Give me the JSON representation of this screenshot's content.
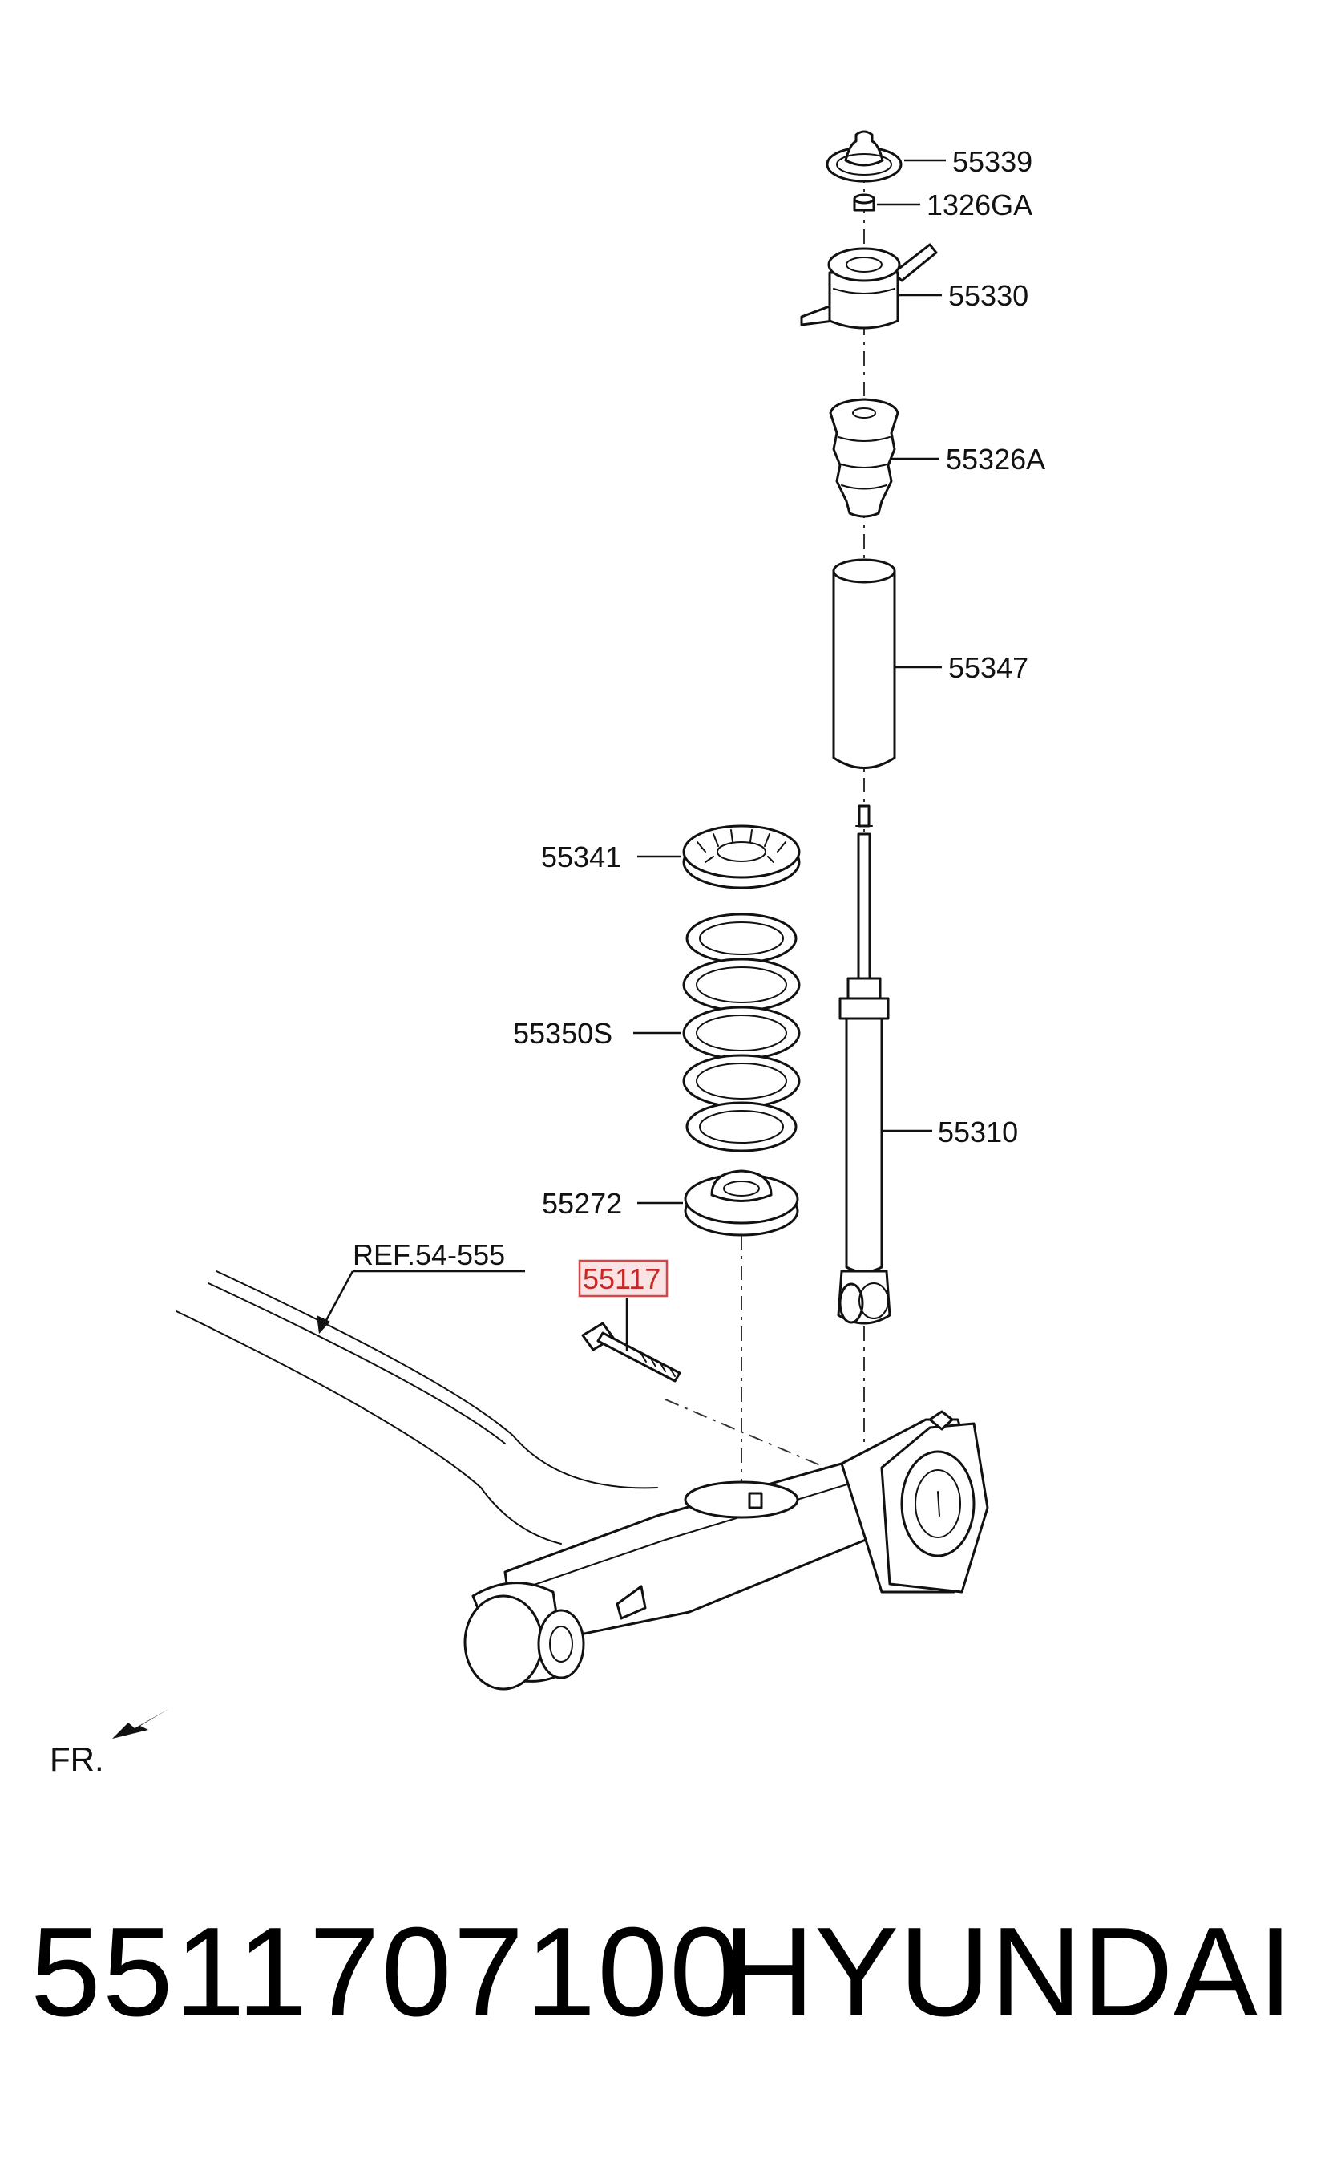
{
  "callouts": {
    "c55339": "55339",
    "c1326ga": "1326GA",
    "c55330": "55330",
    "c55326a": "55326A",
    "c55347": "55347",
    "c55341": "55341",
    "c55350s": "55350S",
    "c55310": "55310",
    "c55272": "55272",
    "c55117": "55117",
    "ref": "REF.54-555",
    "front": "FR."
  },
  "highlight_color": "#d64545",
  "footer": {
    "part_number": "5511707100",
    "brand": "HYUNDAI"
  }
}
